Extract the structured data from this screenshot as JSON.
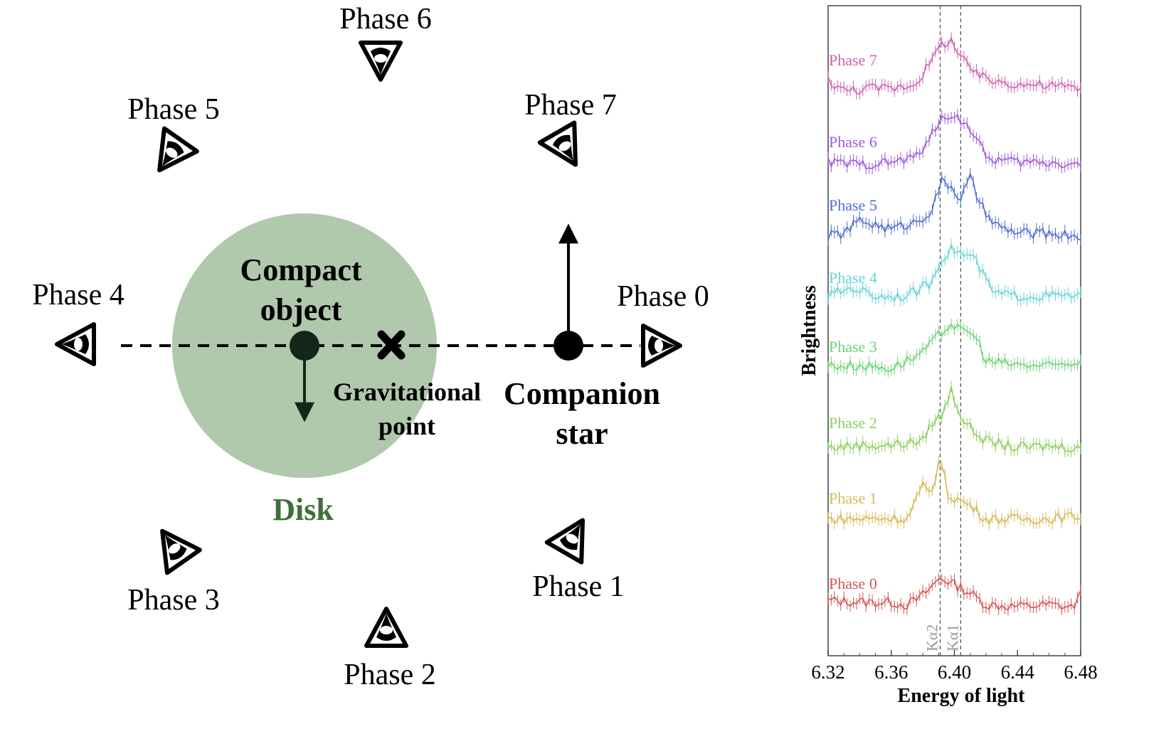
{
  "diagram": {
    "observers": [
      {
        "label": "Phase 0",
        "icon": "eye-icon"
      },
      {
        "label": "Phase 1",
        "icon": "eye-icon"
      },
      {
        "label": "Phase 2",
        "icon": "eye-icon"
      },
      {
        "label": "Phase 3",
        "icon": "eye-icon"
      },
      {
        "label": "Phase 4",
        "icon": "eye-icon"
      },
      {
        "label": "Phase 5",
        "icon": "eye-icon"
      },
      {
        "label": "Phase 6",
        "icon": "eye-icon"
      },
      {
        "label": "Phase 7",
        "icon": "eye-icon"
      }
    ],
    "compact_object": {
      "line1": "Compact",
      "line2": "object"
    },
    "disk_label": "Disk",
    "gravitational_point": {
      "line1": "Gravitational",
      "line2": "point"
    },
    "companion_star": {
      "line1": "Companion",
      "line2": "star"
    },
    "colors": {
      "disk": "#b0c8ac",
      "disk_label": "#3f6f38",
      "compact": "#14261a",
      "ink": "#000000"
    }
  },
  "chart_data": {
    "type": "line",
    "xlabel": "Energy of light",
    "ylabel": "Brightness",
    "xlim": [
      6.32,
      6.48
    ],
    "xticks": [
      "6.32",
      "6.36",
      "6.40",
      "6.44",
      "6.48"
    ],
    "reference_lines": [
      {
        "label": "Kα2",
        "x": 6.391
      },
      {
        "label": "Kα1",
        "x": 6.404
      }
    ],
    "line_label_color": "#999999",
    "grid": false,
    "series": [
      {
        "name": "Phase 0",
        "color": "#d45555",
        "offset": 0,
        "anchors": [
          [
            6.32,
            0.03
          ],
          [
            6.33,
            0.02
          ],
          [
            6.345,
            0.01
          ],
          [
            6.36,
            0.01
          ],
          [
            6.37,
            -0.02
          ],
          [
            6.378,
            0.06
          ],
          [
            6.385,
            0.18
          ],
          [
            6.391,
            0.3
          ],
          [
            6.4,
            0.22
          ],
          [
            6.41,
            0.12
          ],
          [
            6.42,
            -0.02
          ],
          [
            6.44,
            -0.04
          ],
          [
            6.46,
            -0.02
          ],
          [
            6.475,
            -0.05
          ],
          [
            6.48,
            0.1
          ]
        ]
      },
      {
        "name": "Phase 1",
        "color": "#d6b85a",
        "offset": 0,
        "anchors": [
          [
            6.32,
            0.02
          ],
          [
            6.34,
            0.02
          ],
          [
            6.36,
            0.03
          ],
          [
            6.37,
            0.02
          ],
          [
            6.38,
            0.4
          ],
          [
            6.385,
            0.3
          ],
          [
            6.391,
            0.75
          ],
          [
            6.396,
            0.3
          ],
          [
            6.402,
            0.25
          ],
          [
            6.41,
            0.18
          ],
          [
            6.42,
            0.02
          ],
          [
            6.44,
            0.02
          ],
          [
            6.46,
            0.02
          ],
          [
            6.48,
            0.06
          ]
        ]
      },
      {
        "name": "Phase 2",
        "color": "#8fcf60",
        "offset": 0,
        "anchors": [
          [
            6.32,
            0.02
          ],
          [
            6.34,
            0.05
          ],
          [
            6.36,
            0.05
          ],
          [
            6.38,
            0.1
          ],
          [
            6.385,
            0.3
          ],
          [
            6.392,
            0.4
          ],
          [
            6.398,
            0.7
          ],
          [
            6.404,
            0.4
          ],
          [
            6.41,
            0.25
          ],
          [
            6.42,
            0.1
          ],
          [
            6.44,
            0.02
          ],
          [
            6.46,
            0.04
          ],
          [
            6.48,
            0.02
          ]
        ]
      },
      {
        "name": "Phase 3",
        "color": "#6fd27a",
        "offset": 0,
        "anchors": [
          [
            6.32,
            0.05
          ],
          [
            6.34,
            0.05
          ],
          [
            6.36,
            0.02
          ],
          [
            6.38,
            0.2
          ],
          [
            6.39,
            0.4
          ],
          [
            6.398,
            0.55
          ],
          [
            6.404,
            0.45
          ],
          [
            6.41,
            0.45
          ],
          [
            6.416,
            0.3
          ],
          [
            6.42,
            0.1
          ],
          [
            6.44,
            0.06
          ],
          [
            6.46,
            0.04
          ],
          [
            6.48,
            0.1
          ]
        ]
      },
      {
        "name": "Phase 4",
        "color": "#6ad4d4",
        "offset": 0,
        "anchors": [
          [
            6.32,
            0.05
          ],
          [
            6.335,
            0.15
          ],
          [
            6.35,
            0.05
          ],
          [
            6.37,
            0.05
          ],
          [
            6.385,
            0.2
          ],
          [
            6.392,
            0.5
          ],
          [
            6.398,
            0.6
          ],
          [
            6.404,
            0.55
          ],
          [
            6.412,
            0.5
          ],
          [
            6.418,
            0.3
          ],
          [
            6.425,
            0.08
          ],
          [
            6.44,
            0.05
          ],
          [
            6.46,
            0.05
          ],
          [
            6.48,
            0.05
          ]
        ]
      },
      {
        "name": "Phase 5",
        "color": "#4f6ed0",
        "offset": 0,
        "anchors": [
          [
            6.32,
            0.02
          ],
          [
            6.33,
            0.05
          ],
          [
            6.34,
            0.2
          ],
          [
            6.36,
            0.1
          ],
          [
            6.375,
            0.18
          ],
          [
            6.385,
            0.3
          ],
          [
            6.392,
            0.65
          ],
          [
            6.398,
            0.6
          ],
          [
            6.404,
            0.45
          ],
          [
            6.41,
            0.7
          ],
          [
            6.416,
            0.4
          ],
          [
            6.425,
            0.15
          ],
          [
            6.44,
            0.05
          ],
          [
            6.46,
            0.05
          ],
          [
            6.48,
            0.02
          ]
        ]
      },
      {
        "name": "Phase 6",
        "color": "#a05ad8",
        "offset": 0,
        "anchors": [
          [
            6.32,
            0.05
          ],
          [
            6.34,
            0.02
          ],
          [
            6.36,
            0.05
          ],
          [
            6.375,
            0.1
          ],
          [
            6.385,
            0.35
          ],
          [
            6.392,
            0.55
          ],
          [
            6.398,
            0.62
          ],
          [
            6.404,
            0.55
          ],
          [
            6.412,
            0.4
          ],
          [
            6.42,
            0.1
          ],
          [
            6.44,
            0.05
          ],
          [
            6.46,
            0.05
          ],
          [
            6.48,
            0.02
          ]
        ]
      },
      {
        "name": "Phase 7",
        "color": "#d060b0",
        "offset": 0,
        "anchors": [
          [
            6.32,
            0.15
          ],
          [
            6.33,
            0.02
          ],
          [
            6.345,
            0.05
          ],
          [
            6.36,
            0.05
          ],
          [
            6.375,
            0.1
          ],
          [
            6.385,
            0.35
          ],
          [
            6.391,
            0.55
          ],
          [
            6.398,
            0.62
          ],
          [
            6.404,
            0.4
          ],
          [
            6.412,
            0.25
          ],
          [
            6.42,
            0.15
          ],
          [
            6.44,
            0.1
          ],
          [
            6.46,
            0.08
          ],
          [
            6.48,
            0.05
          ]
        ]
      }
    ]
  }
}
